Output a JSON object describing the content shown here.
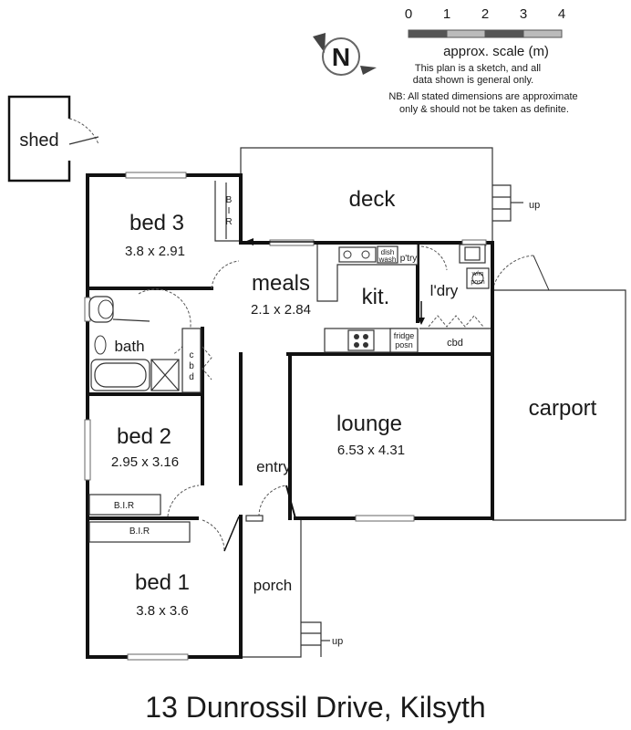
{
  "title": "13 Dunrossil Drive, Kilsyth",
  "scale": {
    "ticks": [
      "0",
      "1",
      "2",
      "3",
      "4"
    ],
    "label": "approx. scale (m)"
  },
  "compass_letter": "N",
  "disclaimer": {
    "line1": "This plan is a sketch, and all",
    "line2": "data shown is general only.",
    "line3": "NB: All stated dimensions are approximate",
    "line4": "only & should not be taken as definite."
  },
  "rooms": {
    "shed": "shed",
    "deck": "deck",
    "bed3": {
      "name": "bed 3",
      "dims": "3.8 x 2.91"
    },
    "meals": {
      "name": "meals",
      "dims": "2.1 x 2.84"
    },
    "kit": "kit.",
    "ldry": "l'dry",
    "bath": "bath",
    "bed2": {
      "name": "bed 2",
      "dims": "2.95 x 3.16"
    },
    "lounge": {
      "name": "lounge",
      "dims": "6.53 x 4.31"
    },
    "entry": "entry",
    "carport": "carport",
    "bed1": {
      "name": "bed 1",
      "dims": "3.8 x 3.6"
    },
    "porch": "porch"
  },
  "labels": {
    "bir_vertical": [
      "B",
      "I",
      "R"
    ],
    "cbd_vertical": [
      "c",
      "b",
      "d"
    ],
    "dish": "dish",
    "wash": "wash",
    "ptry": "p'try",
    "fridge": "fridge",
    "posn": "posn",
    "cbd": "cbd",
    "bir_bed2": "B.I.R",
    "bir_bed1": "B.I.R",
    "wm": "w/m",
    "wm_posn": "posn",
    "up_deck": "up",
    "up_porch": "up"
  }
}
